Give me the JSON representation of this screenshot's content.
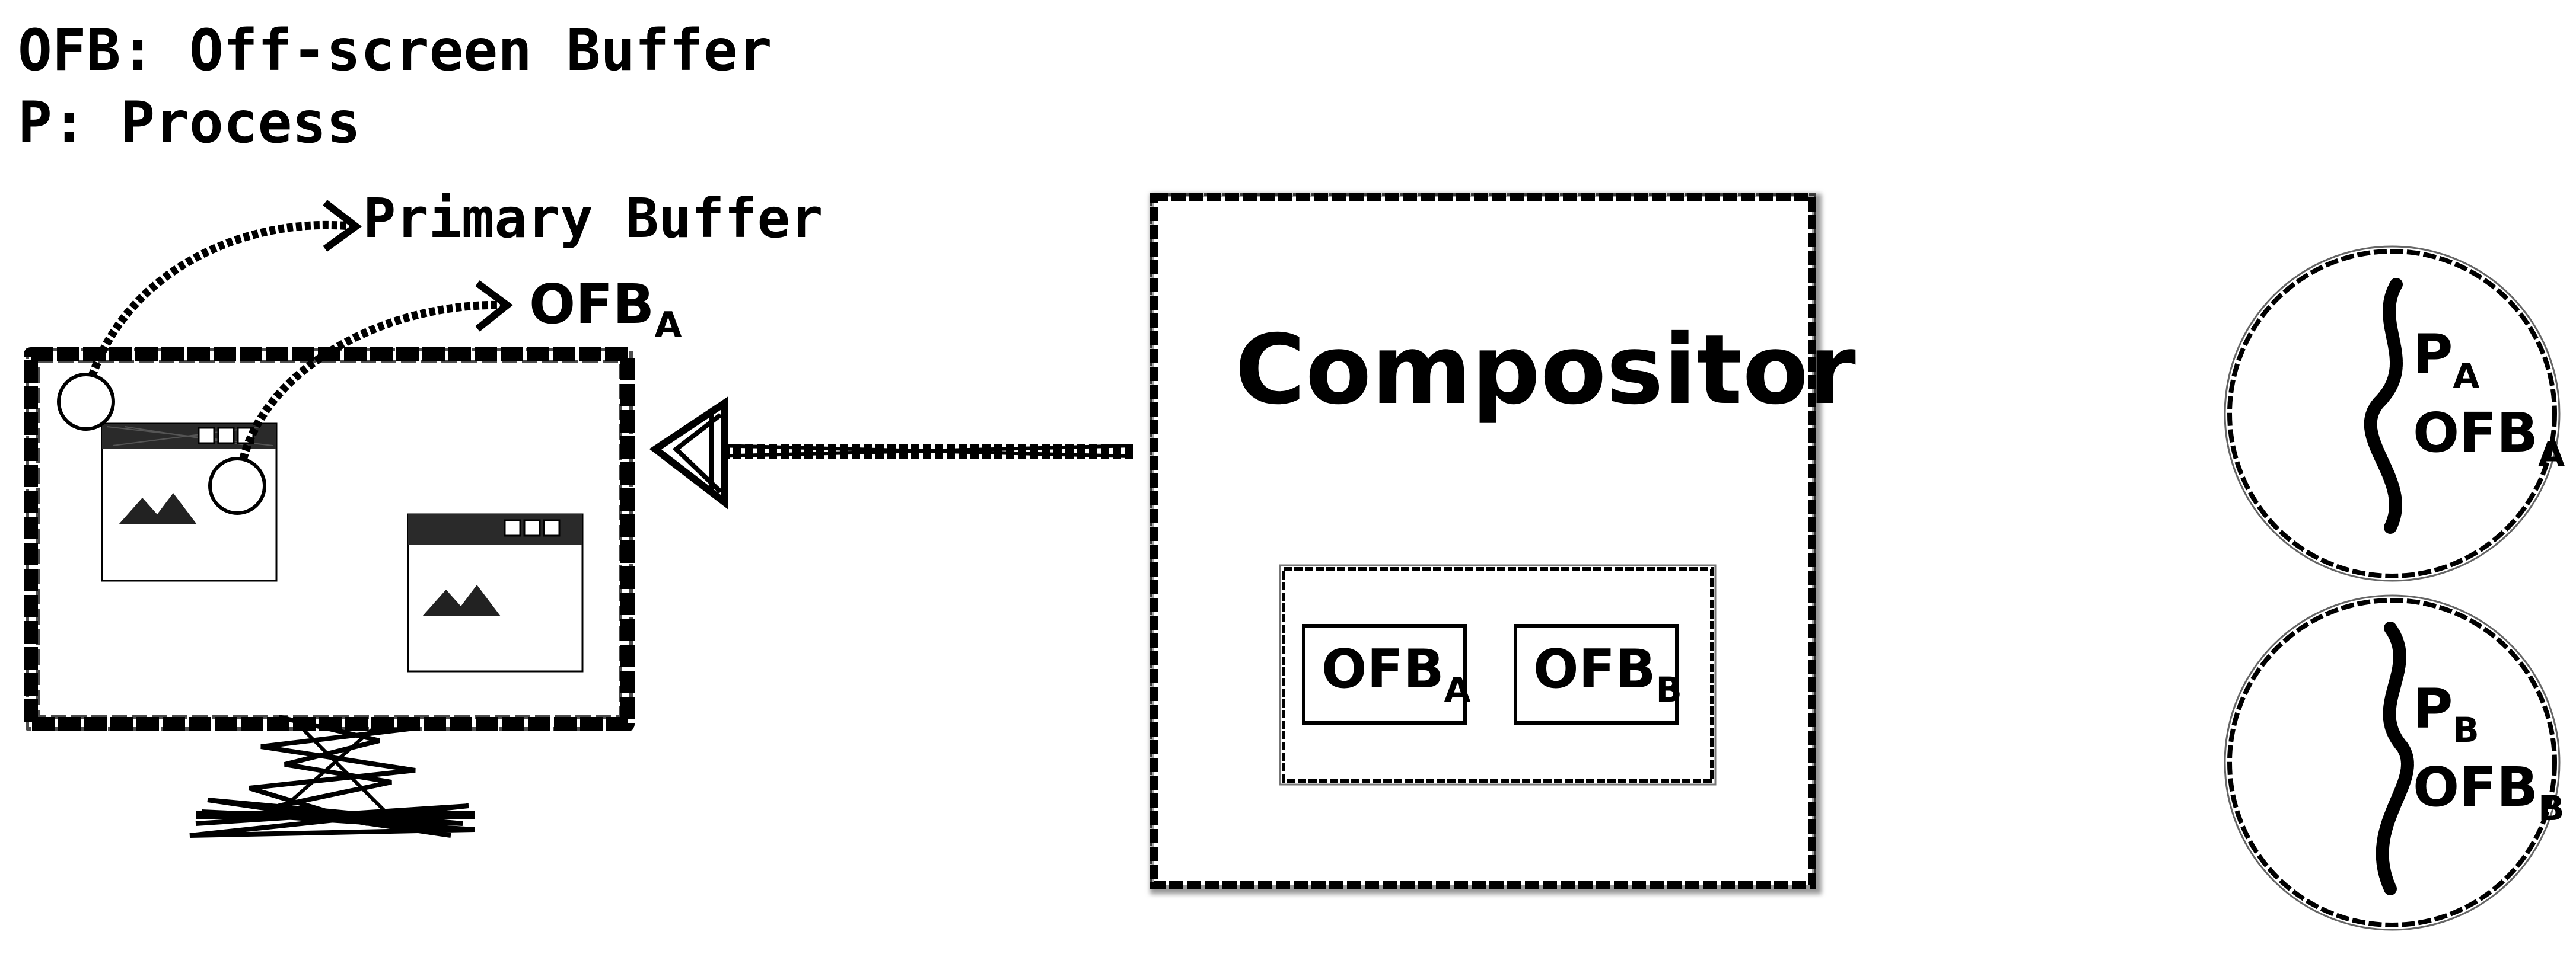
{
  "legend": {
    "line1": "OFB: Off-screen Buffer",
    "line2": "P: Process"
  },
  "monitor_labels": {
    "primary_buffer": "Primary Buffer",
    "ofb_base": "OFB",
    "ofb_sub": "A"
  },
  "compositor": {
    "title": "Compositor",
    "buffers": [
      {
        "base": "OFB",
        "sub": "A"
      },
      {
        "base": "OFB",
        "sub": "B"
      }
    ]
  },
  "processes": [
    {
      "p_base": "P",
      "p_sub": "A",
      "ofb_base": "OFB",
      "ofb_sub": "A"
    },
    {
      "p_base": "P",
      "p_sub": "B",
      "ofb_base": "OFB",
      "ofb_sub": "B"
    }
  ],
  "colors": {
    "ink": "#000000",
    "background": "#ffffff"
  }
}
